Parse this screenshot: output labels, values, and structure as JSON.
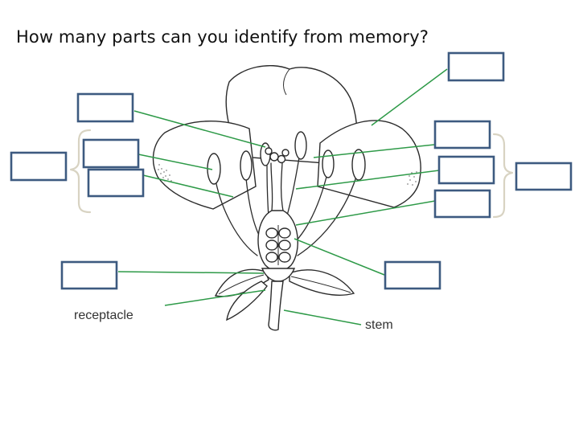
{
  "title": "How many parts can you identify from memory?",
  "labels": {
    "receptacle": "receptacle",
    "stem": "stem"
  },
  "colors": {
    "box_border": "#3d5a80",
    "leader_line": "#2e9a48",
    "brace": "#d8d3c2",
    "drawing": "#2b2b2b"
  },
  "answer_boxes": [
    {
      "id": "box-top-right"
    },
    {
      "id": "box-upper-left"
    },
    {
      "id": "box-left-group-a"
    },
    {
      "id": "box-left-group-b"
    },
    {
      "id": "box-left-group-total"
    },
    {
      "id": "box-right-group-a"
    },
    {
      "id": "box-right-group-b"
    },
    {
      "id": "box-right-group-c"
    },
    {
      "id": "box-right-group-total"
    },
    {
      "id": "box-lower-left"
    },
    {
      "id": "box-lower-right"
    }
  ]
}
